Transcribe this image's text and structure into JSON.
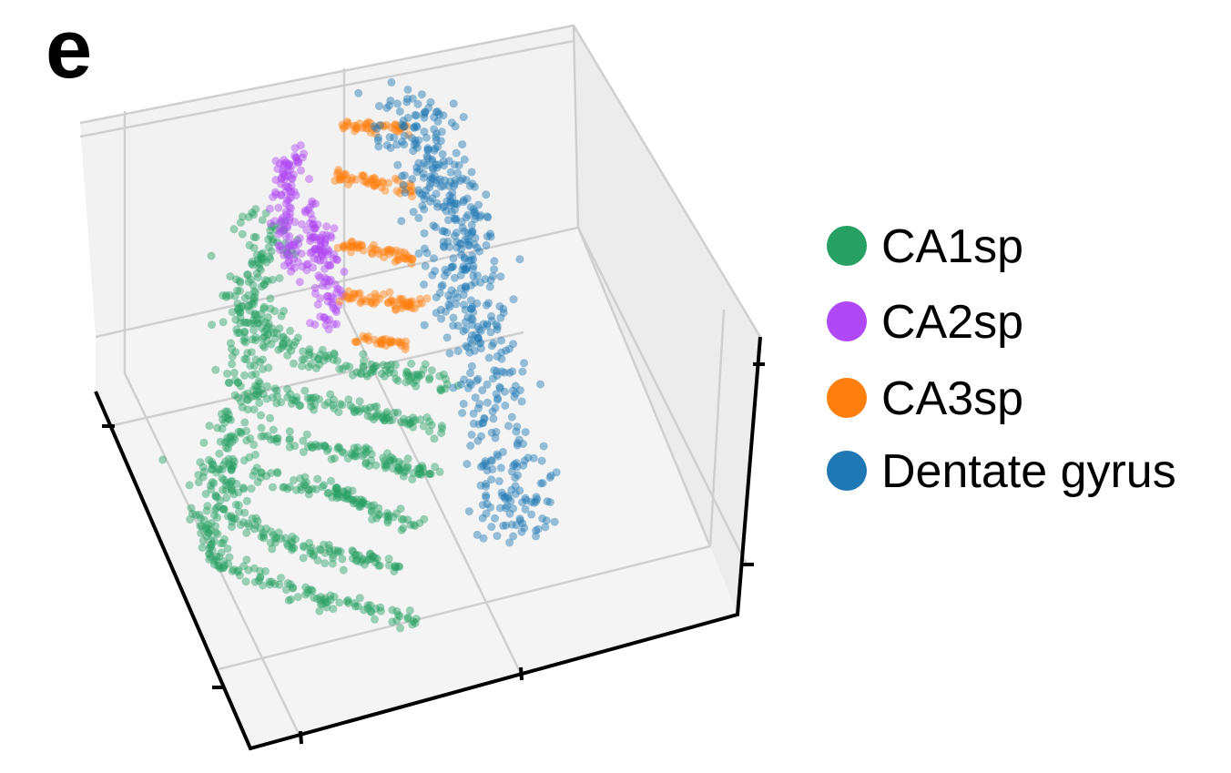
{
  "panel_label": "e",
  "chart_data": {
    "type": "scatter",
    "projection": "3d",
    "title": "",
    "xlabel": "",
    "ylabel": "",
    "zlabel": "",
    "grid": true,
    "legend_placement": "right",
    "series": [
      {
        "name": "CA1sp",
        "color": "#27a064"
      },
      {
        "name": "CA2sp",
        "color": "#b048f5"
      },
      {
        "name": "CA3sp",
        "color": "#ff7f0e"
      },
      {
        "name": "Dentate gyrus",
        "color": "#1f77b4"
      }
    ]
  }
}
